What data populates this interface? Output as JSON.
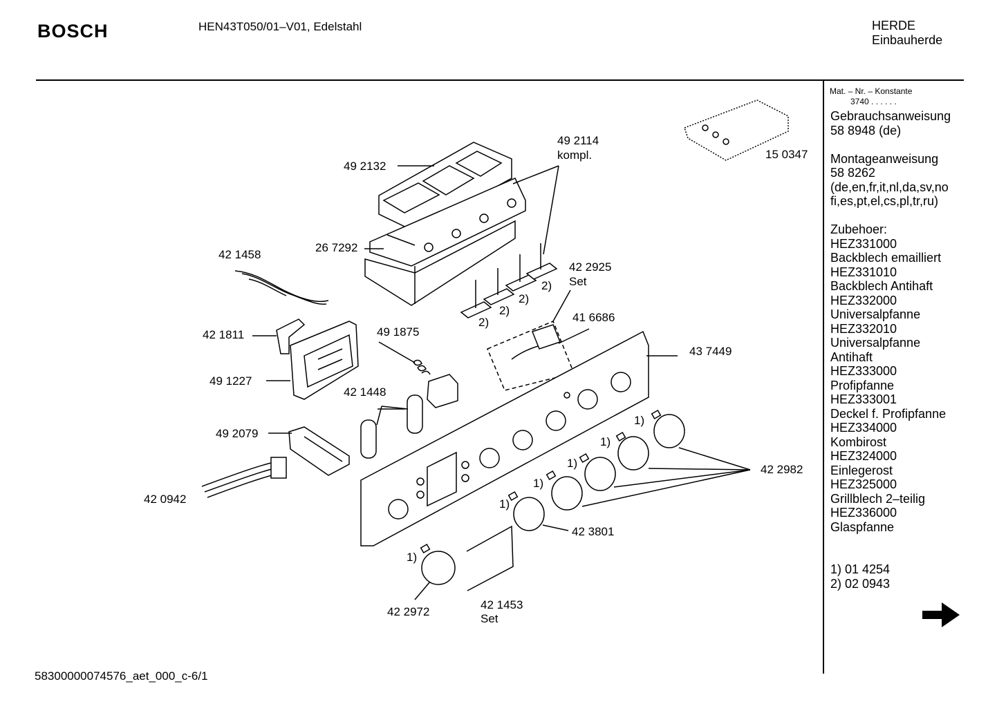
{
  "header": {
    "brand": "BOSCH",
    "model": "HEN43T050/01–V01, Edelstahl",
    "category_line1": "HERDE",
    "category_line2": "Einbauherde"
  },
  "sidebar": {
    "mat_label": "Mat. – Nr. – Konstante",
    "mat_value": "3740  .  .  .  .  .  .",
    "lines": [
      "Gebrauchsanweisung",
      "58 8948 (de)",
      "",
      "Montageanweisung",
      "58 8262",
      "(de,en,fr,it,nl,da,sv,no",
      "fi,es,pt,el,cs,pl,tr,ru)",
      "",
      "Zubehoer:",
      "HEZ331000",
      "Backblech emailliert",
      "HEZ331010",
      "Backblech Antihaft",
      "HEZ332000",
      "Universalpfanne",
      "HEZ332010",
      "Universalpfanne",
      "Antihaft",
      "HEZ333000",
      "Profipfanne",
      "HEZ333001",
      "Deckel f. Profipfanne",
      "HEZ334000",
      "Kombirost",
      "HEZ324000",
      "Einlegerost",
      "HEZ325000",
      "Grillblech 2–teilig",
      "HEZ336000",
      "Glaspfanne",
      "",
      "",
      "1) 01 4254",
      "2) 02 0943"
    ],
    "arrow_icon": "arrow-right-icon"
  },
  "parts": {
    "p492114": "49 2114",
    "p492114_sub": "kompl.",
    "p492132": "49 2132",
    "p150347": "15 0347",
    "p267292": "26 7292",
    "p421458": "42 1458",
    "p422925": "42 2925",
    "p422925_sub": "Set",
    "p416686": "41 6686",
    "p421811": "42 1811",
    "p491875": "49 1875",
    "p437449": "43 7449",
    "p491227": "49 1227",
    "p421448": "42 1448",
    "p492079": "49 2079",
    "p422982": "42 2982",
    "p420942": "42 0942",
    "p423801": "42 3801",
    "p422972": "42 2972",
    "p421453": "42 1453",
    "p421453_sub": "Set",
    "note1": "1)",
    "note2": "2)"
  },
  "footer": {
    "code": "58300000074576_aet_000_c-6/1"
  }
}
